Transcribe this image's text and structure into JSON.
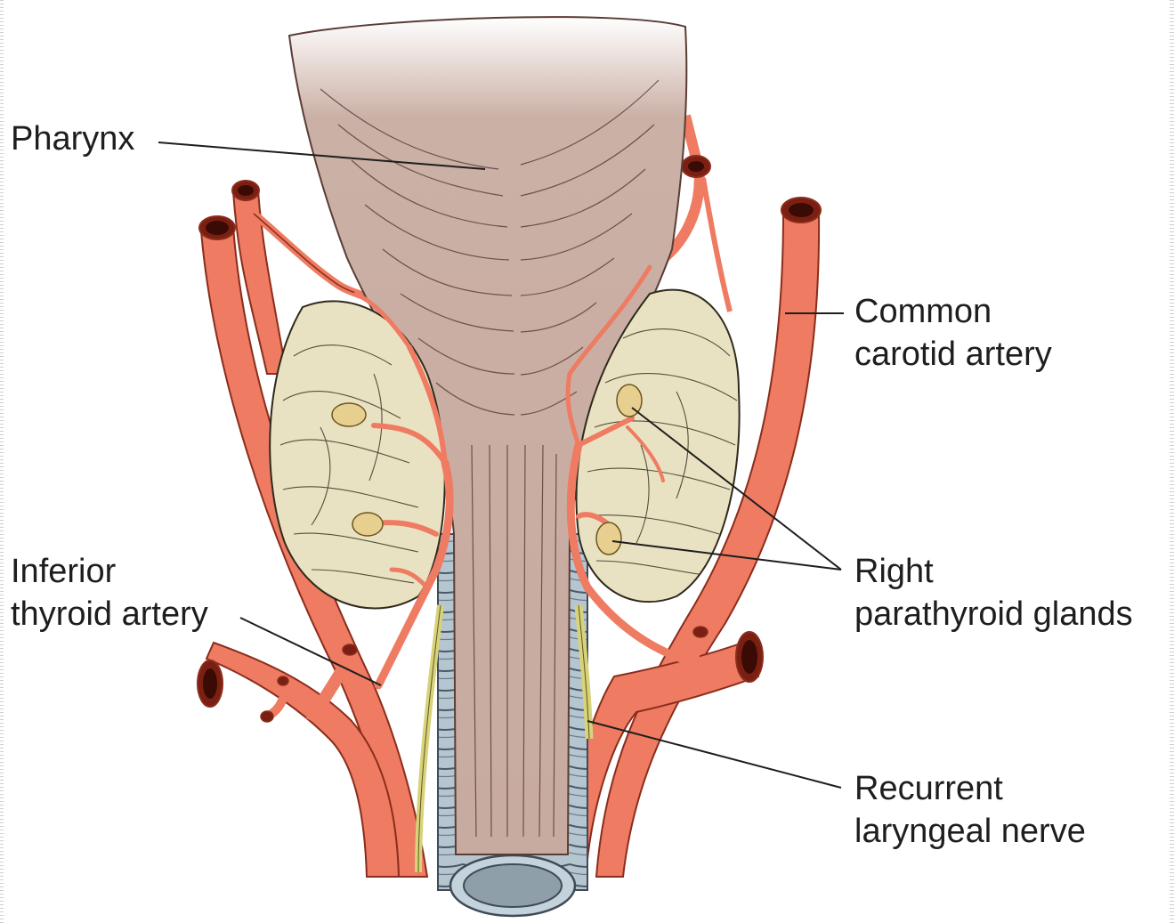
{
  "labels": {
    "pharynx": "Pharynx",
    "common_carotid_line1": "Common",
    "common_carotid_line2": "carotid artery",
    "inferior_thyroid_line1": "Inferior",
    "inferior_thyroid_line2": "thyroid artery",
    "parathyroid_line1": "Right",
    "parathyroid_line2": "parathyroid glands",
    "recurrent_line1": "Recurrent",
    "recurrent_line2": "laryngeal nerve"
  },
  "colors": {
    "artery": "#ee7b62",
    "artery_outline": "#8a2d1c",
    "pharynx": "#cbb0a6",
    "thyroid": "#e9e2c2",
    "parathyroid": "#e7cf8f",
    "trachea": "#aebfcb",
    "nerve": "#d8d27a"
  }
}
